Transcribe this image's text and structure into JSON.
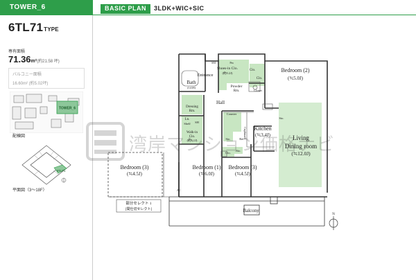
{
  "header": {
    "tower": "TOWER_6",
    "plan_badge": "BASIC PLAN",
    "plan_type": "3LDK+WIC+SIC"
  },
  "unit": {
    "code": "6TL71",
    "code_suffix": "TYPE",
    "area_label": "専有面積",
    "area_value": "71.36",
    "area_unit": "m²",
    "area_tsubo": "(約21.58 坪)",
    "balcony_label": "バルコニー面積",
    "balcony_value": "16.60m² (約5.02坪)"
  },
  "site": {
    "label": "配棟図",
    "tower_marker": "TOWER_6",
    "floor_label": "平面図（3～18F）",
    "unit_marker": "6TL71"
  },
  "rooms": {
    "entrance": "Entrance",
    "bath": "Bath",
    "bath_size": "(1418)",
    "shoes_clo": "Shoes-in Clo.",
    "shoes_clo_size": "(約0.2J)",
    "bedroom2": "Bedroom (2)",
    "bedroom2_size": "(≒5.0J)",
    "clo": "Clo.",
    "closet": "Closet",
    "powder": "Powder",
    "powder_rm": "Rm.",
    "hall": "Hall",
    "dressing": "Dressing",
    "dressing_rm": "Rm.",
    "ln": "Ln.",
    "shelf": "Shelf",
    "walk_in": "Walk-in",
    "walk_in_clo": "Clo.",
    "walk_in_size": "(約1.1J)",
    "counter": "Counter",
    "cupboard": "Cupboard",
    "kitchen": "Kitchen",
    "kitchen_size": "(≒3.4J)",
    "living": "Living",
    "dining": "Dining room",
    "living_size": "(≒12.0J)",
    "sto": "Sto.",
    "bedroom1": "Bedroom (1)",
    "bedroom1_size": "(≒6.0J)",
    "bedroom3": "Bedroom (3)",
    "bedroom3_size": "(≒4.5J)",
    "bedroom3_alt": "Bedroom (3)",
    "bedroom3_alt_size": "(≒4.5J)",
    "balcony": "Balcony",
    "partial_select": "部分セレクト 1",
    "partial_select_sub": "[間仕切セレクト]",
    "sm": "SM",
    "ac": "AC",
    "ref": "Ref.",
    "pm": "Pm",
    "sh": "SH",
    "mb": "MB",
    "north": "N"
  },
  "watermark": "湾岸マンション価格ナビ",
  "colors": {
    "accent": "#2e9e4a",
    "room_green": "#c8e6c2",
    "living_green": "#d4ecd0",
    "wall": "#333333"
  }
}
